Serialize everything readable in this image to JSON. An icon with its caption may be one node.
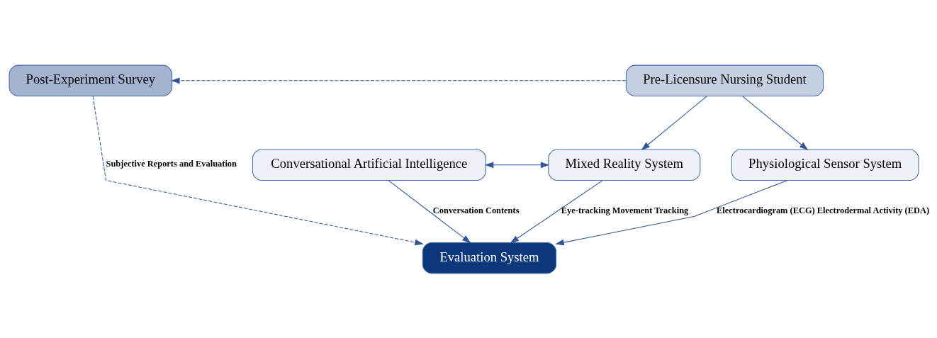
{
  "diagram": {
    "nodes": [
      {
        "text": [
          "Post-Experiment Survey"
        ]
      },
      {
        "text": [
          "Pre-Licensure Nursing Student"
        ]
      },
      {
        "text": [
          "Conversational Artificial Intelligence"
        ]
      },
      {
        "text": [
          "Mixed Reality System"
        ]
      },
      {
        "text": [
          "Physiological Sensor System"
        ]
      },
      {
        "text": [
          "Evaluation System"
        ]
      }
    ],
    "edges": [
      {
        "from": 1,
        "to": 0,
        "arrow": "to",
        "style": "dashed"
      },
      {
        "from": 1,
        "to": 3,
        "arrow": "to"
      },
      {
        "from": 1,
        "to": 4,
        "arrow": "to"
      },
      {
        "from": 2,
        "to": 3,
        "arrow": "both"
      },
      {
        "from": 3,
        "to": 5,
        "arrow": "to",
        "label": "Eye-tracking Movement Tracking"
      },
      {
        "from": 2,
        "to": 5,
        "arrow": "to",
        "label": "Conversation Contents"
      },
      {
        "from": 4,
        "to": 5,
        "arrow": "to",
        "label": "Electrocardiogram (ECG) Electrodermal Activity (EDA)"
      },
      {
        "from": 0,
        "to": 5,
        "arrow": "to",
        "style": "dashed",
        "label": "Subjective Reports and Evaluation"
      }
    ]
  }
}
